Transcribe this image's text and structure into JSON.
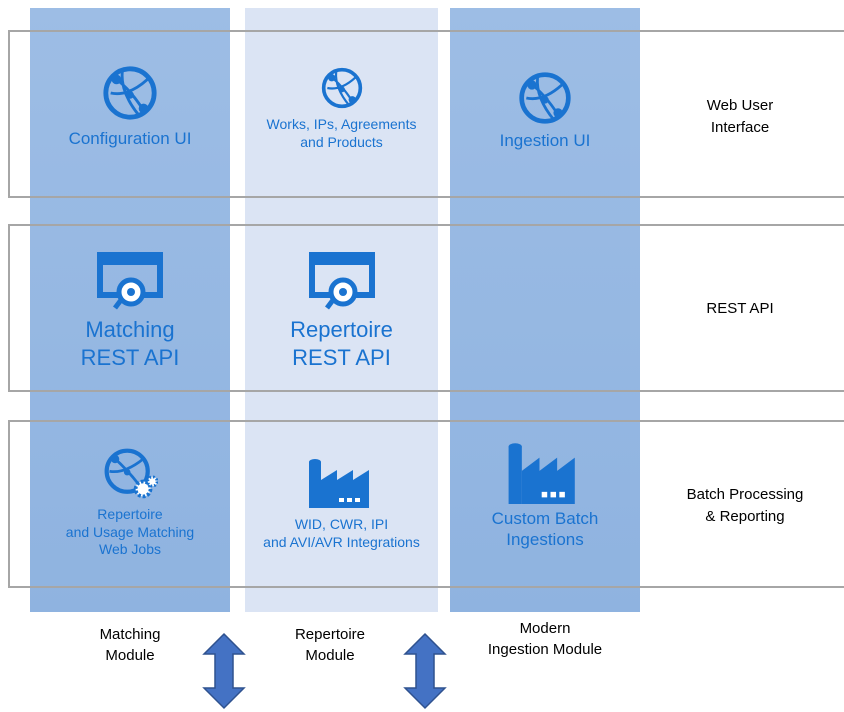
{
  "layers": {
    "web": "Web User\nInterface",
    "rest": "REST API",
    "batch": "Batch Processing\n& Reporting"
  },
  "cells": {
    "config_ui": "Configuration UI",
    "works_ui": "Works, IPs, Agreements\nand Products",
    "ingestion_ui": "Ingestion UI",
    "matching_api": "Matching\nREST API",
    "repertoire_api": "Repertoire\nREST API",
    "matching_jobs": "Repertoire\nand Usage Matching\nWeb Jobs",
    "integrations": "WID, CWR, IPI\nand AVI/AVR Integrations",
    "custom_batch": "Custom Batch\nIngestions"
  },
  "modules": {
    "matching": "Matching\nModule",
    "repertoire": "Repertoire\nModule",
    "ingestion": "Modern\nIngestion Module"
  },
  "icons": {
    "web": "globe-network-icon",
    "api": "api-window-icon",
    "factory": "factory-icon",
    "webjob": "globe-gears-icon",
    "arrow": "double-arrow-icon"
  },
  "colors": {
    "accent": "#1a73d0",
    "column_dark": "#94b6e1",
    "column_light": "#dbe4f4",
    "arrow": "#4472c4",
    "border": "#a6a6a6"
  }
}
